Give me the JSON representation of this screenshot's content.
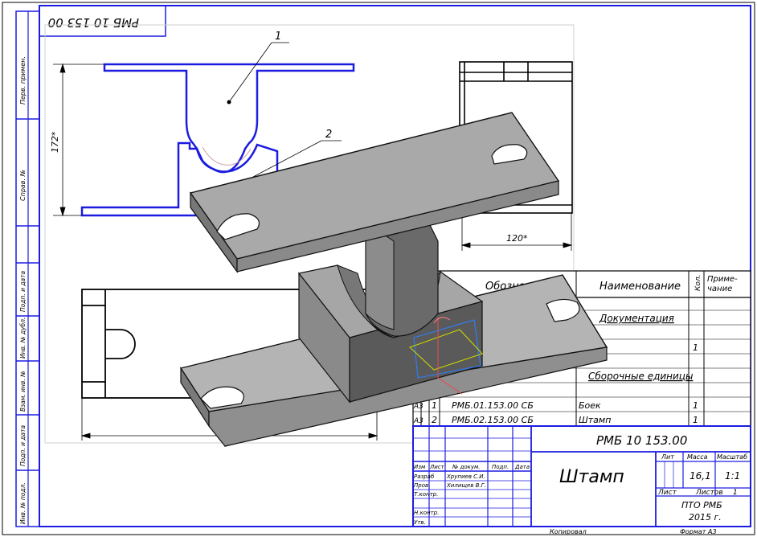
{
  "stamp": {
    "top_code": "РМБ 10 153 00",
    "designation": "РМБ 10 153.00",
    "title": "Штамп",
    "lit_label": "Лит",
    "mass_label": "Масса",
    "scale_label": "Масштаб",
    "mass_value": "16,1",
    "scale_value": "1:1",
    "sheet_label": "Лист",
    "sheets_label": "Листов",
    "sheets_value": "1",
    "org_line1": "ПТО РМБ",
    "org_line2": "2015 г.",
    "copied": "Копировал",
    "format": "Формат  А3",
    "col_izm": "Изм",
    "col_list": "Лист",
    "col_doc": "№ докум.",
    "col_sign": "Подп.",
    "col_date": "Дата",
    "role_razrab": "Разраб",
    "name_razrab": "Хрупиев С.И.",
    "role_prov": "Пров.",
    "name_prov": "Хилищев В.Г.",
    "role_tkontr": "Т.контр.",
    "role_nkontr": "Н.контр.",
    "role_utv": "Утв."
  },
  "left_strip": {
    "perv_primen": "Перв. примен.",
    "sprav": "Справ. №",
    "podp_data_1": "Подп. и дата",
    "inv_dubl": "Инв. № дубл.",
    "vzam_inv": "Взам. инв. №",
    "podp_data_2": "Подп. и дата",
    "inv_podl": "Инв. № подл."
  },
  "spec": {
    "h_oboznach": "Обозначение",
    "h_naimen": "Наименование",
    "h_kol": "Кол.",
    "h_prim": "Приме-\nчание",
    "sec_docs": "Документация",
    "sec_asm": "Сборочные единицы",
    "doc_qty": "1",
    "rows": [
      {
        "fmt": "А3",
        "pos": "1",
        "code": "РМБ.01.153.00 СБ",
        "name": "Боек",
        "qty": "1"
      },
      {
        "fmt": "А3",
        "pos": "2",
        "code": "РМБ.02.153.00 СБ",
        "name": "Штамп",
        "qty": "1"
      }
    ]
  },
  "drawing": {
    "callout_1": "1",
    "callout_2": "2",
    "dim_172": "172*",
    "dim_120": "120*"
  }
}
